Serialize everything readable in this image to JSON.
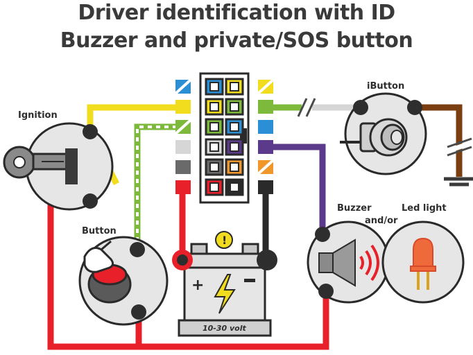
{
  "title": {
    "line1": "Driver identification with ID",
    "line2": "Buzzer and private/SOS button"
  },
  "labels": {
    "ignition": "Ignition",
    "ibutton": "iButton",
    "button": "Button",
    "buzzer": "Buzzer",
    "and_or": "and/or",
    "led_light": "Led light",
    "voltage": "10-30 volt",
    "warning": "!"
  },
  "colors": {
    "yellow": "#f2dc1e",
    "green": "#7dba3c",
    "blue": "#2a8fd4",
    "purple": "#5b3a8c",
    "orange": "#f0962a",
    "red": "#e8202a",
    "black": "#2a2a2a",
    "gray": "#6a6a6a",
    "light_gray": "#d6d6d6",
    "brown": "#7a3e10",
    "circle_fill": "#e6e6e6"
  }
}
